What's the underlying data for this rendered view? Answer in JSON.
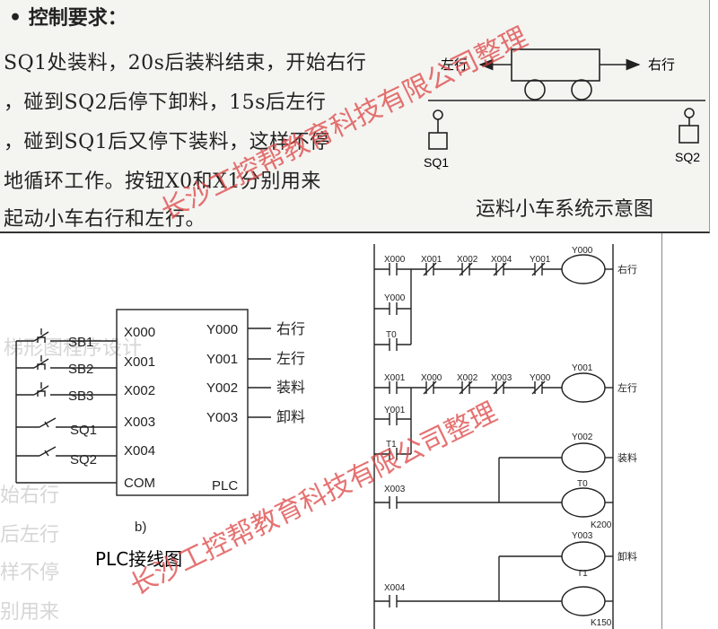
{
  "requirements": {
    "heading": "•  控制要求：",
    "lines": [
      "SQ1处装料，20s后装料结束，开始右行",
      "，碰到SQ2后停下卸料，15s后左行",
      "，碰到SQ1后又停下装料，这样不停",
      "地循环工作。按钮X0和X1分别用来",
      "起动小车右行和左行。"
    ]
  },
  "cart_diagram": {
    "left_label": "左行",
    "right_label": "右行",
    "sq1": "SQ1",
    "sq2": "SQ2",
    "caption": "运料小车系统示意图"
  },
  "plc_wiring": {
    "inputs": [
      {
        "device": "SB1",
        "terminal": "X000"
      },
      {
        "device": "SB2",
        "terminal": "X001"
      },
      {
        "device": "SB3",
        "terminal": "X002"
      },
      {
        "device": "SQ1",
        "terminal": "X003"
      },
      {
        "device": "SQ2",
        "terminal": "X004"
      }
    ],
    "com": "COM",
    "outputs": [
      {
        "terminal": "Y000",
        "label": "右行"
      },
      {
        "terminal": "Y001",
        "label": "左行"
      },
      {
        "terminal": "Y002",
        "label": "装料"
      },
      {
        "terminal": "Y003",
        "label": "卸料"
      }
    ],
    "plc_label": "PLC",
    "sub_label": "b)",
    "caption": "PLC接线图"
  },
  "ladder": {
    "rung1": {
      "contacts": [
        "X000",
        "X001",
        "X002",
        "X004",
        "Y001"
      ],
      "parallel": [
        "Y000",
        "T0"
      ],
      "coil": "Y000",
      "coil_label": "右行"
    },
    "rung2": {
      "contacts": [
        "X001",
        "X000",
        "X002",
        "X003",
        "Y000"
      ],
      "parallel": [
        "Y001",
        "T1"
      ],
      "coil": "Y001",
      "coil_label": "左行"
    },
    "rung3": {
      "contact": "X003",
      "coils": [
        {
          "name": "Y002",
          "label": "装料"
        },
        {
          "name": "T0",
          "preset": "K200"
        }
      ]
    },
    "rung4": {
      "contact": "X004",
      "coils": [
        {
          "name": "Y003",
          "label": "卸料"
        },
        {
          "name": "T1",
          "preset": "K150"
        }
      ]
    }
  },
  "watermark": "长沙工控帮教育科技有限公司整理"
}
